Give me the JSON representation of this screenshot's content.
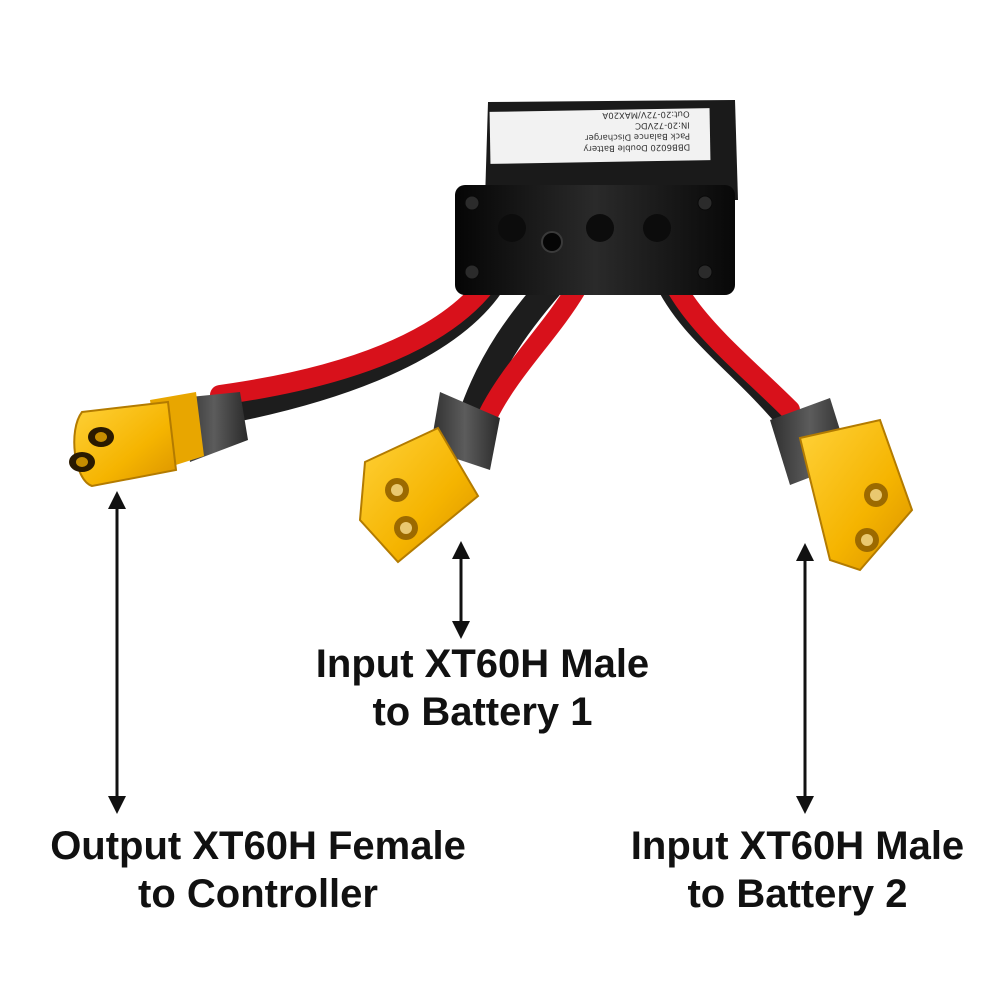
{
  "device": {
    "label_lines": [
      "DBB6020 Double Battery",
      "Pack Balance Discharger",
      "IN:20-72VDC",
      "Out:20-72V/MAX20A"
    ]
  },
  "callouts": [
    {
      "line1": "Input XT60H Male",
      "line2": "to Battery 1"
    },
    {
      "line1": "Output XT60H Female",
      "line2": "to Controller"
    },
    {
      "line1": "Input XT60H Male",
      "line2": "to Battery 2"
    }
  ],
  "colors": {
    "background": "#ffffff",
    "wire_red": "#d8111b",
    "wire_black": "#1d1d1d",
    "connector_yellow": "#f5b400",
    "connector_boot": "#4a4a4a",
    "housing": "#121212",
    "arrow": "#111111"
  }
}
